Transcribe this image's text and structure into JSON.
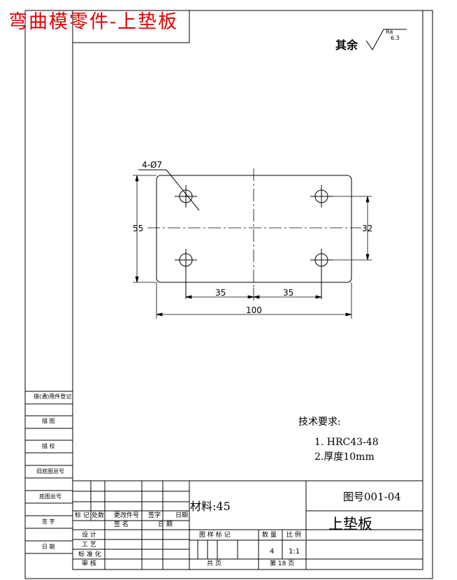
{
  "header": {
    "title": "弯曲模零件-上垫板",
    "roughness_prefix": "其余",
    "roughness_symbol": "Ra",
    "roughness_value": "6.3"
  },
  "drawing": {
    "hole_callout": "4-Ø7",
    "dim_height": "55",
    "dim_hole_spacing_v": "32",
    "dim_hole_left": "35",
    "dim_hole_right": "35",
    "dim_width": "100"
  },
  "tech_requirements": {
    "heading": "技术要求:",
    "items": [
      "1. HRC43-48",
      "2.厚度10mm"
    ]
  },
  "left_strip": {
    "labels": [
      "借(通)用件登记",
      "描  图",
      "描  校",
      "旧底图总号",
      "底图总号",
      "签  字",
      "日  期"
    ]
  },
  "title_block": {
    "material": "材料:45",
    "drawing_number": "图号001-04",
    "part_name": "上垫板",
    "rev_headers": [
      "标 记",
      "处数",
      "更改件号",
      "签字",
      "日期"
    ],
    "sign_headers": [
      "签  名",
      "日  期"
    ],
    "roles": [
      "设  计",
      "工  艺",
      "标 准 化",
      "审  核"
    ],
    "col_labels": [
      "图 样 标 记",
      "数  量",
      "比 例"
    ],
    "quantity": "4",
    "scale": "1:1",
    "total_pages": "共    页",
    "page_of": "第 18 页"
  }
}
